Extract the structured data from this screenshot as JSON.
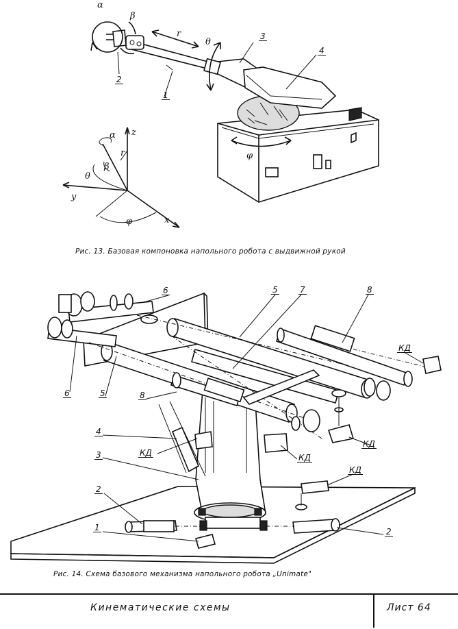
{
  "figure13": {
    "caption": "Рис. 13. Базовая компоновка напольного робота с выдвижной рукой",
    "robot_labels": {
      "n1": "1",
      "n2": "2",
      "n3": "3",
      "n4": "4",
      "alpha": "α",
      "beta": "β",
      "r": "r",
      "theta": "θ",
      "phi": "φ"
    },
    "axes_labels": {
      "z": "z",
      "y": "y",
      "x": "x",
      "alpha": "α",
      "beta": "β",
      "r": "r",
      "theta": "θ",
      "phi": "φ"
    }
  },
  "figure14": {
    "caption": "Рис. 14. Схема базового механизма напольного робота „Unimate\"",
    "labels": {
      "n1": "1",
      "n2_left": "2",
      "n2_right": "2",
      "n3": "3",
      "n4": "4",
      "n5_left": "5",
      "n5_right": "5",
      "n6_top": "6",
      "n6_left": "6",
      "n7": "7",
      "n8_left": "8",
      "n8_right": "8",
      "kd1": "КД",
      "kd2": "КД",
      "kd3": "КД",
      "kd4": "КД",
      "kd5": "КД"
    }
  },
  "footer": {
    "title": "Кинематические схемы",
    "sheet": "Лист 64"
  }
}
